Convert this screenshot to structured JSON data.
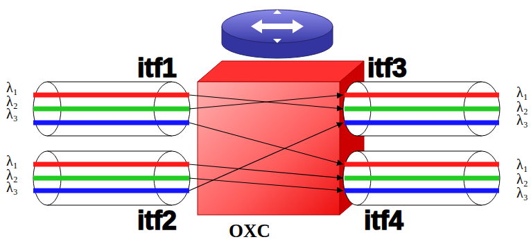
{
  "diagram": {
    "nodes": [
      {
        "text": [
          "itf1"
        ]
      },
      {
        "text": [
          "itf3"
        ]
      },
      {
        "text": [
          "itf2"
        ]
      },
      {
        "text": [
          "OXC"
        ]
      },
      {
        "text": [
          "itf4"
        ]
      }
    ],
    "edges": [
      {
        "from": 0,
        "to": 1,
        "arrow": "to"
      },
      {
        "from": 0,
        "to": 1,
        "arrow": "to"
      },
      {
        "from": 0,
        "to": 4,
        "arrow": "to"
      },
      {
        "from": 2,
        "to": 4,
        "arrow": "to"
      },
      {
        "from": 2,
        "to": 4,
        "arrow": "to"
      },
      {
        "from": 2,
        "to": 1,
        "arrow": "to"
      }
    ],
    "labels": [
      "λ₁",
      "λ₂",
      "λ₃",
      "λ₁",
      "λ₂",
      "λ₃",
      "λ₁",
      "λ₂",
      "λ₃",
      "λ₁",
      "λ₂",
      "λ₃"
    ]
  }
}
